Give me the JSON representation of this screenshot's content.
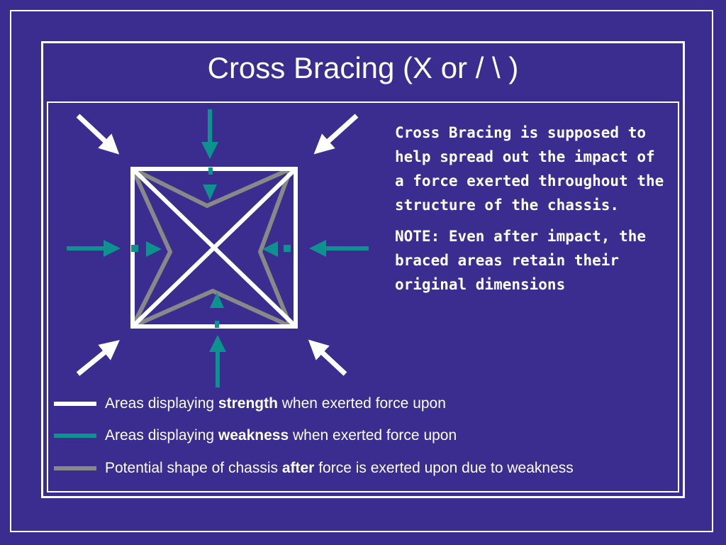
{
  "title": "Cross Bracing (X or / \\ )",
  "colors": {
    "background": "#3a2d8f",
    "strength": "#ffffff",
    "weakness": "#0e9290",
    "after_shape": "#888888"
  },
  "description": {
    "paragraph1": "Cross Bracing is supposed to help spread out the impact of a force exerted throughout the structure of the chassis.",
    "paragraph2": "NOTE: Even after impact, the braced areas retain their original dimensions"
  },
  "legend": [
    {
      "pre": "Areas displaying ",
      "bold": "strength",
      "post": " when exerted force upon",
      "color_key": "strength"
    },
    {
      "pre": "Areas displaying ",
      "bold": "weakness",
      "post": " when exerted force upon",
      "color_key": "weakness"
    },
    {
      "pre": "Potential shape of chassis ",
      "bold": "after",
      "post": " force is exerted upon due to weakness",
      "color_key": "after_shape"
    }
  ]
}
